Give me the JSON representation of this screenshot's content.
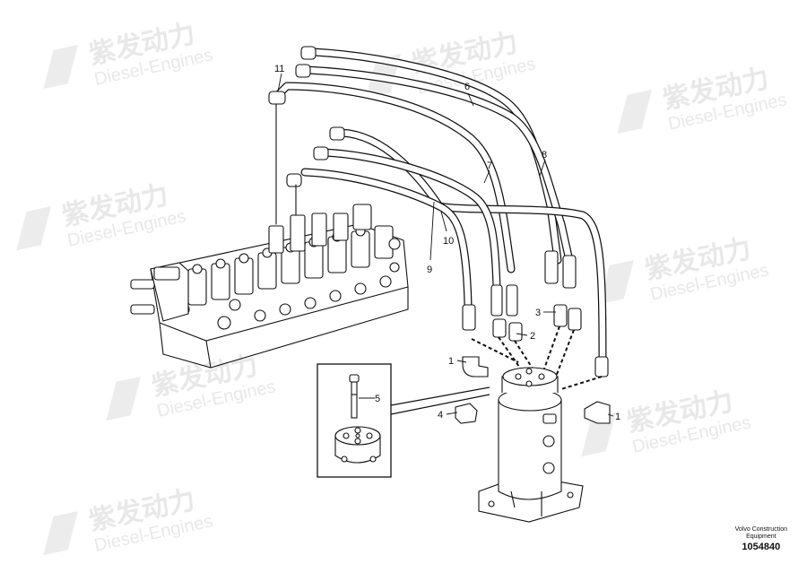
{
  "watermark": {
    "chinese": "紫发动力",
    "english": "Diesel-Engines"
  },
  "callouts": {
    "c1a": "1",
    "c1b": "1",
    "c2": "2",
    "c3": "3",
    "c4": "4",
    "c5": "5",
    "c6": "6",
    "c7": "7",
    "c8": "8",
    "c9": "9",
    "c10": "10",
    "c11": "11"
  },
  "caption": {
    "line1": "Volvo Construction",
    "line2": "Equipment",
    "number": "1054840"
  }
}
